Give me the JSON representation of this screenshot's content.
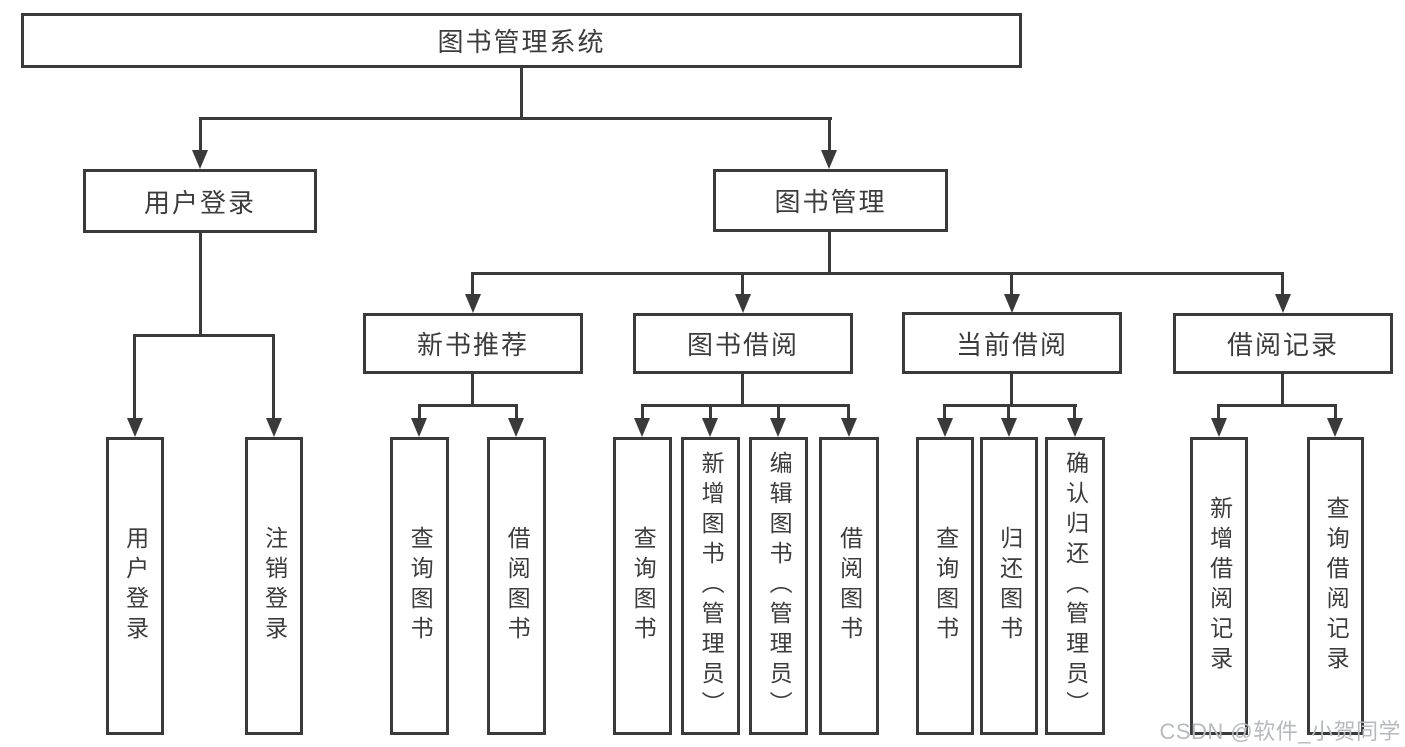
{
  "diagram": {
    "type": "tree",
    "title": "图书管理系统",
    "watermark": "CSDN @软件_小贺同学",
    "colors": {
      "line": "#3a3a3a",
      "text": "#3c3c3c",
      "background": "#ffffff",
      "watermark": "#b7babc"
    },
    "nodes": {
      "root": {
        "label": "图书管理系统"
      },
      "level1": {
        "user_login": {
          "label": "用户登录"
        },
        "book_management": {
          "label": "图书管理"
        }
      },
      "level2": {
        "new_book_rec": {
          "label": "新书推荐"
        },
        "book_borrowing": {
          "label": "图书借阅"
        },
        "current_borrowing": {
          "label": "当前借阅"
        },
        "borrowing_records": {
          "label": "借阅记录"
        }
      },
      "leaves": {
        "user_login": {
          "label": "用户登录"
        },
        "logout": {
          "label": "注销登录"
        },
        "rec_query_books": {
          "label": "查询图书"
        },
        "rec_borrow_books": {
          "label": "借阅图书"
        },
        "borrow_query_books": {
          "label": "查询图书"
        },
        "borrow_add_books": {
          "label": "新增图书（管理员）"
        },
        "borrow_edit_books": {
          "label": "编辑图书（管理员）"
        },
        "borrow_borrow_books": {
          "label": "借阅图书"
        },
        "current_query_books": {
          "label": "查询图书"
        },
        "current_return_books": {
          "label": "归还图书"
        },
        "current_confirm_return": {
          "label": "确认归还（管理员）"
        },
        "records_add_record": {
          "label": "新增借阅记录"
        },
        "records_query_record": {
          "label": "查询借阅记录"
        }
      }
    },
    "hierarchy": {
      "图书管理系统": {
        "用户登录": [
          "用户登录",
          "注销登录"
        ],
        "图书管理": {
          "新书推荐": [
            "查询图书",
            "借阅图书"
          ],
          "图书借阅": [
            "查询图书",
            "新增图书（管理员）",
            "编辑图书（管理员）",
            "借阅图书"
          ],
          "当前借阅": [
            "查询图书",
            "归还图书",
            "确认归还（管理员）"
          ],
          "借阅记录": [
            "新增借阅记录",
            "查询借阅记录"
          ]
        }
      }
    }
  }
}
